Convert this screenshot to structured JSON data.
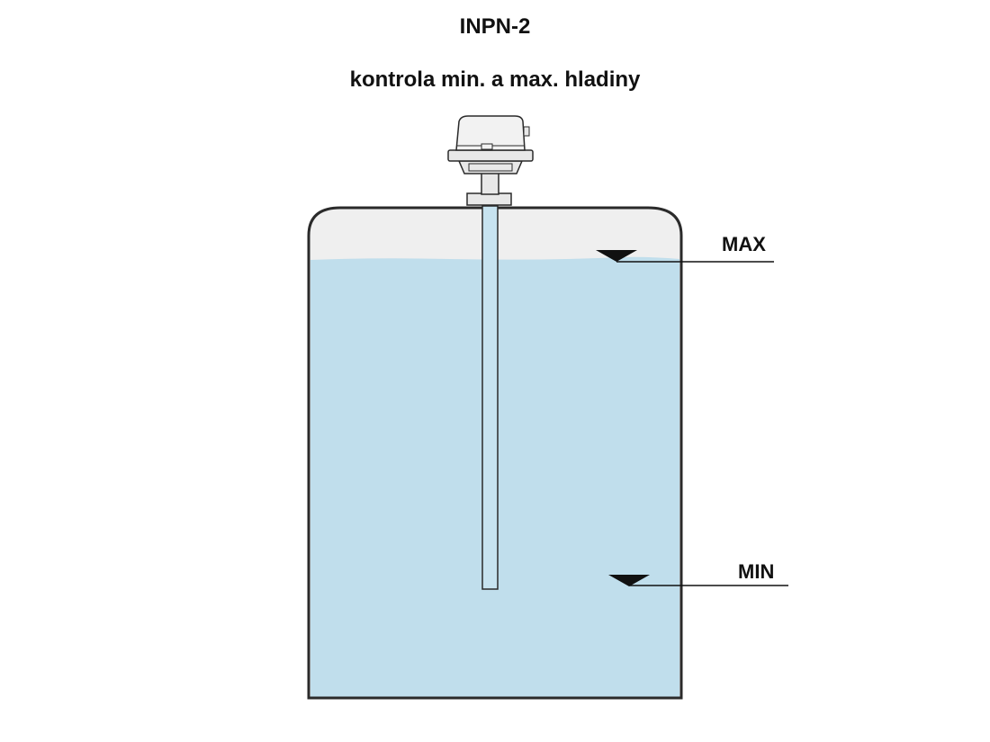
{
  "header": {
    "title": "INPN-2",
    "subtitle": "kontrola min. a max. hladiny"
  },
  "levels": {
    "max_label": "MAX",
    "min_label": "MIN"
  },
  "colors": {
    "liquid": "#c0deec",
    "air": "#efefef",
    "outline": "#2a2a2a",
    "probe_rod": "#c7e3f0"
  }
}
